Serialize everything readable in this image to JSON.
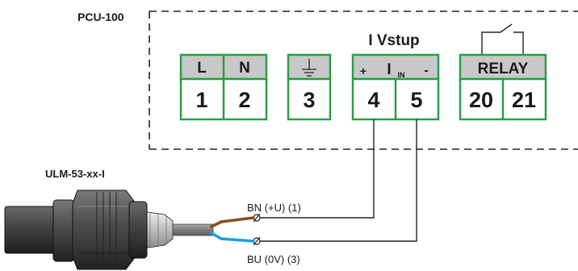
{
  "device": {
    "label": "PCU-100"
  },
  "sensor": {
    "label": "ULM-53-xx-I"
  },
  "input_section": {
    "title": "I Vstup",
    "plus": "+",
    "current_symbol": "I",
    "current_subscript": "IN",
    "minus": "-"
  },
  "terminals": {
    "power": {
      "head_left": "L",
      "head_right": "N",
      "num_left": "1",
      "num_right": "2"
    },
    "ground": {
      "num": "3"
    },
    "input": {
      "num_left": "4",
      "num_right": "5"
    },
    "relay": {
      "head": "RELAY",
      "num_left": "20",
      "num_right": "21"
    }
  },
  "wires": {
    "brown_label": "BN (+U) (1)",
    "blue_label": "BU (0V) (3)"
  },
  "colors": {
    "terminal_border": "#2e9a48",
    "terminal_header_fill": "#c8c8c8",
    "wire_brown": "#8b4a1e",
    "wire_blue": "#1aa0e0",
    "sensor_body": "#3a3a3a",
    "cable_gray": "#8c8c8c"
  }
}
